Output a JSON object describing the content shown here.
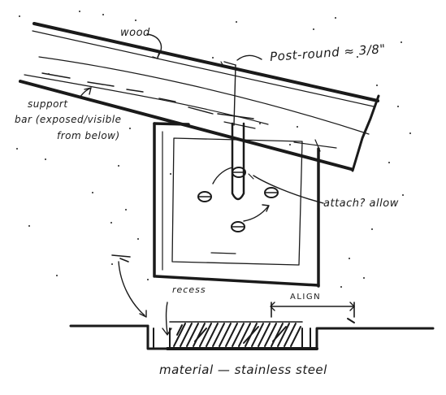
{
  "labels": {
    "wood": "wood",
    "post_round": "Post-round ≈ 3/8\"",
    "support_bar": [
      "support",
      "bar (exposed/visible",
      "from below)"
    ],
    "attach": "attach? allow",
    "recess": "recess",
    "align": "ALIGN",
    "material": "material — stainless steel"
  }
}
